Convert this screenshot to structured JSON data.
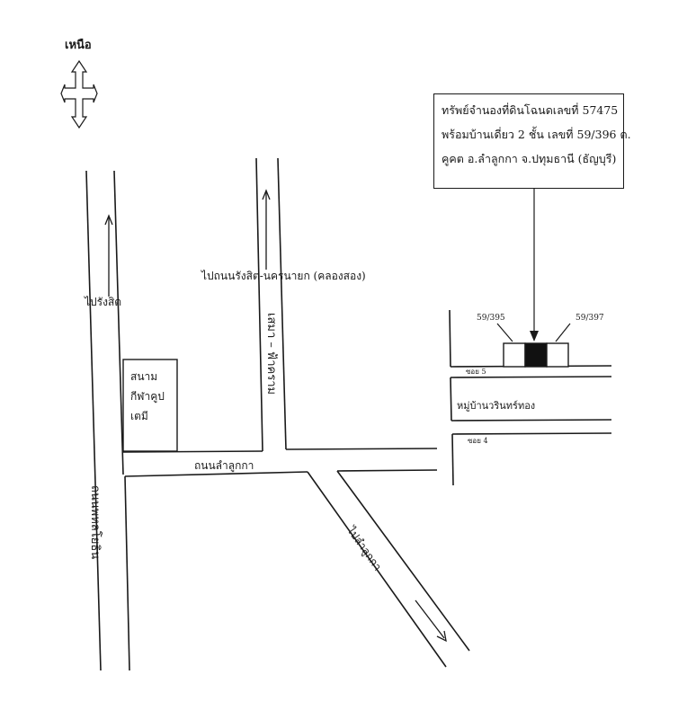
{
  "north": {
    "label": "เหนือ",
    "icon": "compass-cross-arrow-icon"
  },
  "property": {
    "lines": [
      "ทรัพย์จำนองที่ดินโฉนดเลขที่ 57475",
      "พร้อมบ้านเดี่ยว 2 ชั้น เลขที่ 59/396 ต.",
      "คูคต  อ.ลำลูกกา  จ.ปทุมธานี (ธัญบุรี)"
    ],
    "left_house": "59/395",
    "right_house": "59/397"
  },
  "labels": {
    "to_rangsit": "ไปรังสิต",
    "to_rangsit_nakhonnayok": "ไปถนนรังสิต-นครนายก (คลองสอง)",
    "road_lam_luk_ka": "ถนนลำลูกกา",
    "road_phahon_yothin": "ถนนพหลโยธิน",
    "road_san_mai_phatthana": "เสมา – ฟ้าคราม",
    "to_lam_luk_ka": "ไปลำลูกกา",
    "stadium": [
      "สนาม",
      "กีฬาคูป",
      "เตมี"
    ],
    "village": "หมู่บ้านวรินทร์ทอง",
    "soi_5": "ซอย 5",
    "soi_4": "ซอย 4"
  }
}
